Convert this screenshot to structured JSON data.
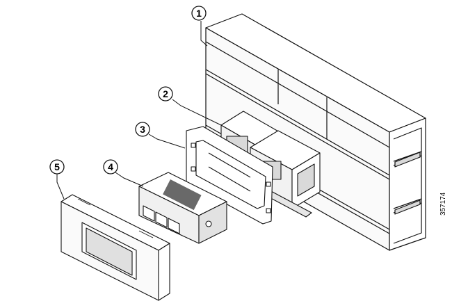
{
  "callouts": [
    {
      "label": "1",
      "part": "raceway"
    },
    {
      "label": "2",
      "part": "mounting-bracket"
    },
    {
      "label": "3",
      "part": "mounting-plate"
    },
    {
      "label": "4",
      "part": "switch-unit"
    },
    {
      "label": "5",
      "part": "faceplate-cover"
    }
  ],
  "figure_id": "357174",
  "colors": {
    "line": "#111111",
    "fill": "#ffffff",
    "shade": "#d9d9d9",
    "dark": "#444444"
  }
}
